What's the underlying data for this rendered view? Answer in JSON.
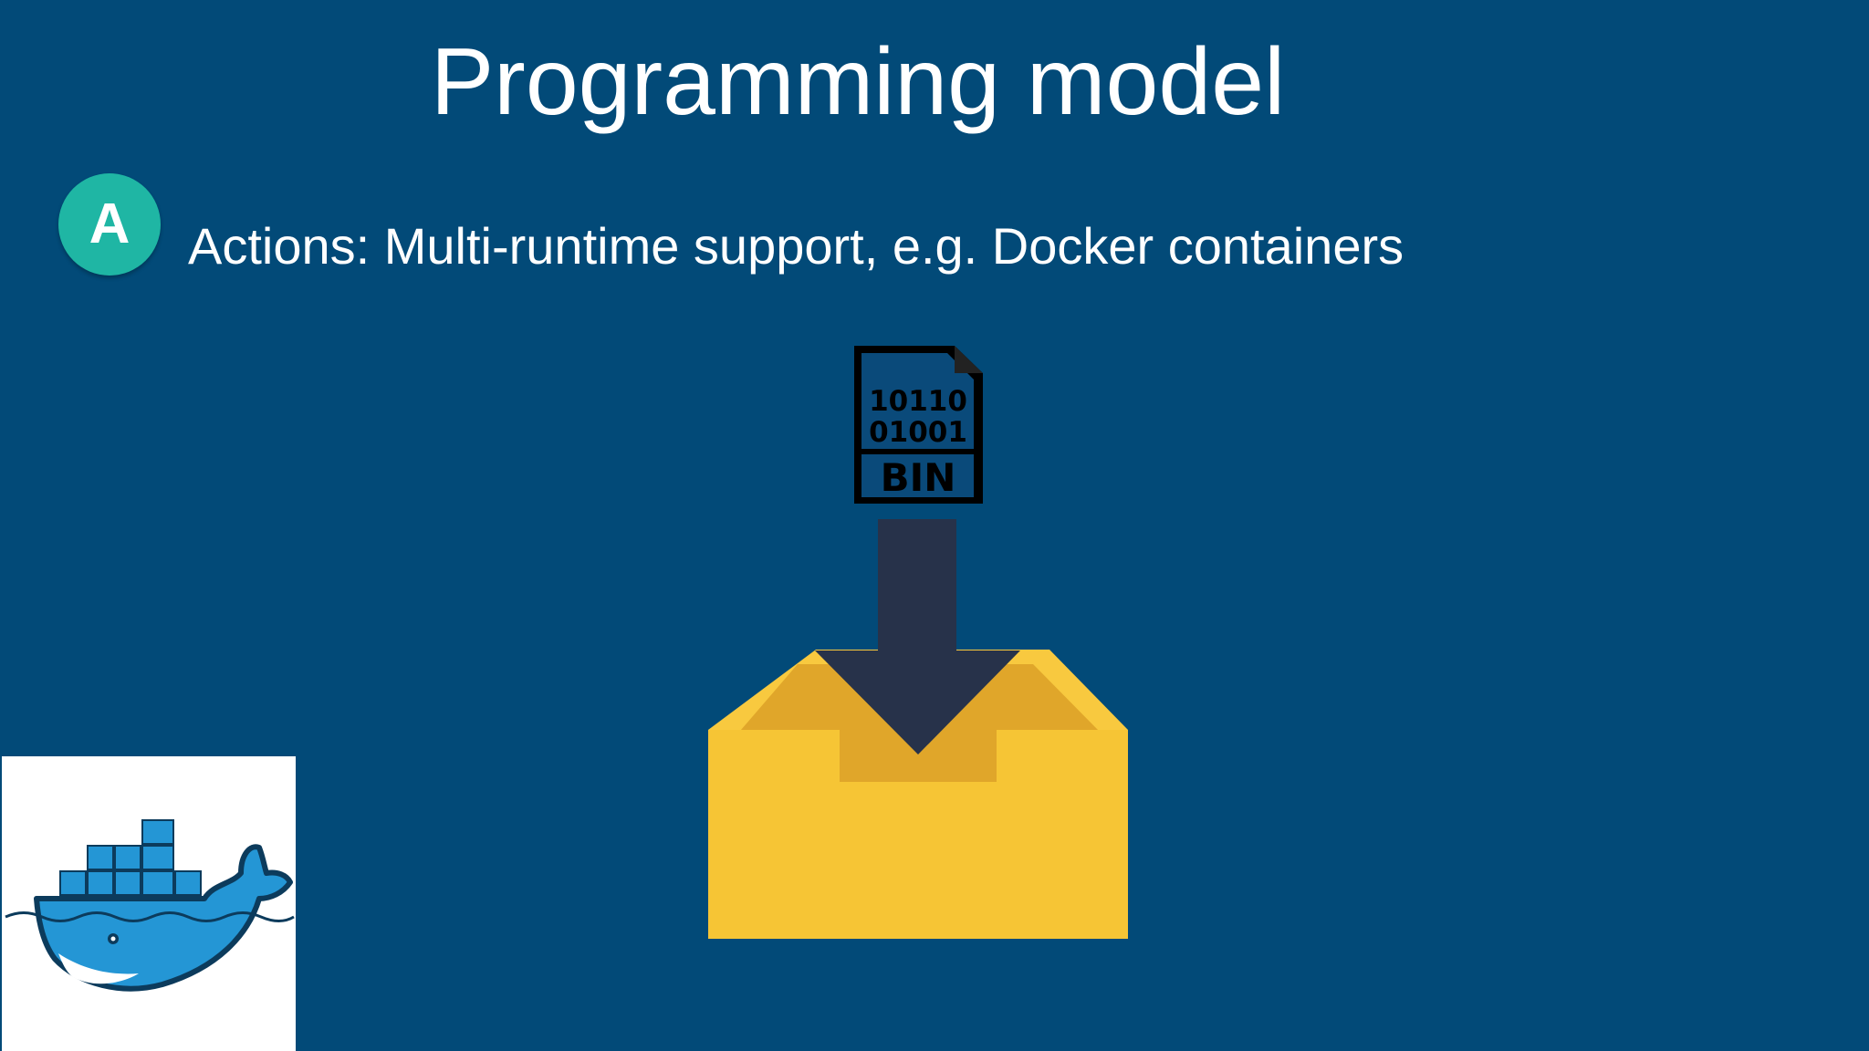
{
  "slide": {
    "title": "Programming model",
    "bullet": {
      "badge": "A",
      "text": "Actions: Multi-runtime support, e.g. Docker containers"
    }
  },
  "illustration": {
    "file_line1": "10110",
    "file_line2": "01001",
    "file_type": "BIN",
    "icons": [
      "binary-file-icon",
      "down-arrow-icon",
      "open-box-icon"
    ]
  },
  "logo": {
    "icon": "docker-whale-icon"
  },
  "colors": {
    "background": "#024a78",
    "badge": "#1fb6a4",
    "box_front": "#f6c535",
    "box_inner": "#e0a62a",
    "arrow": "#27324a",
    "docker_blue": "#2496d5"
  }
}
